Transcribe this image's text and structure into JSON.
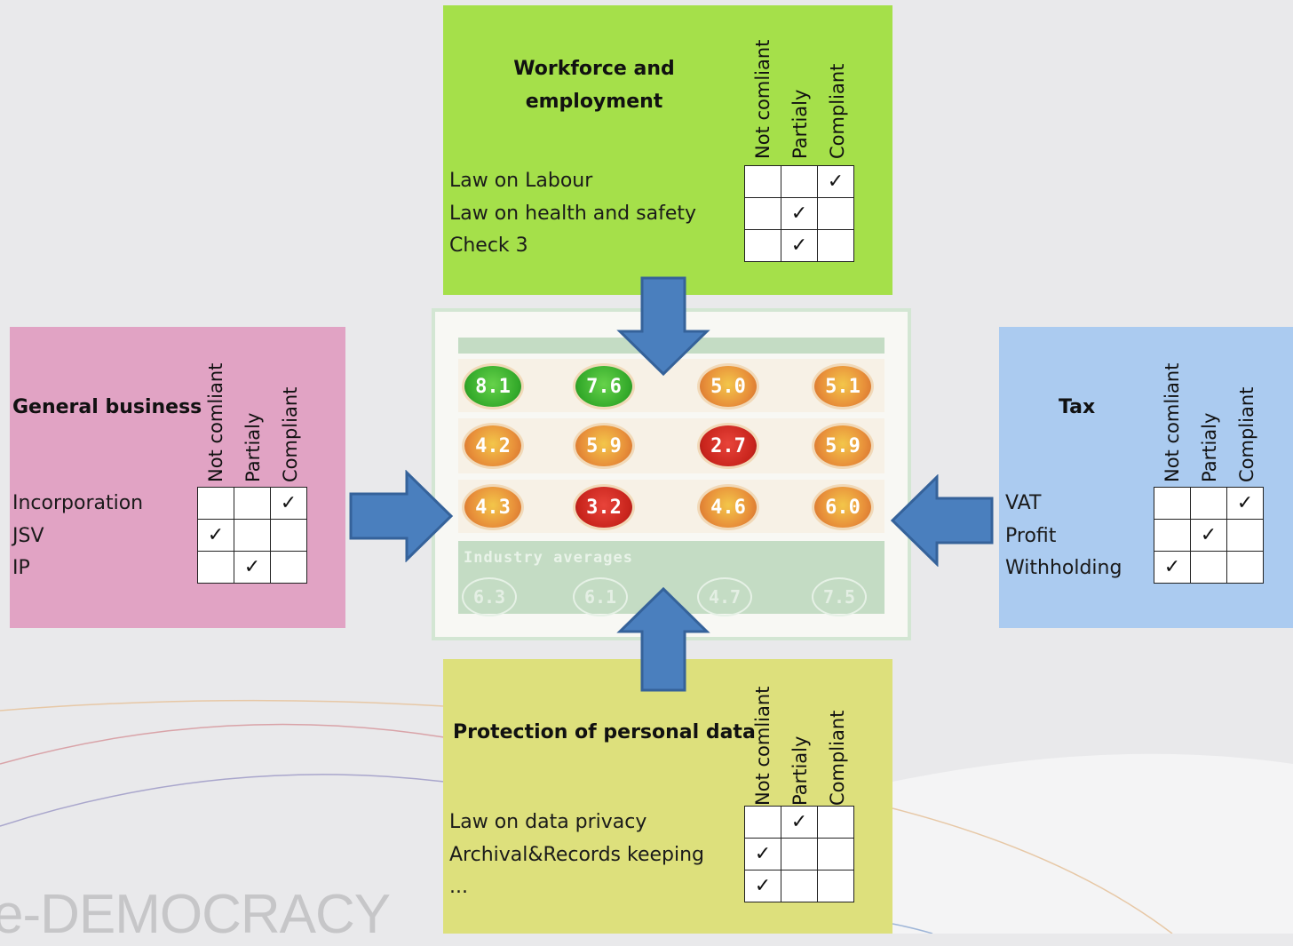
{
  "watermark": "e-DEMOCRACY",
  "colors": {
    "workforce_panel": "#a5e04a",
    "general_panel": "#e1a3c4",
    "tax_panel": "#abcbf0",
    "data_panel": "#dde07c",
    "arrow_fill": "#4a7fbe",
    "arrow_stroke": "#35629a",
    "score_green": "#3fb32d",
    "score_orange": "#e58a3a",
    "score_red": "#c8241c"
  },
  "columns": [
    "Not comliant",
    "Partialy",
    "Compliant"
  ],
  "panels": {
    "workforce": {
      "title_line1": "Workforce and",
      "title_line2": "employment",
      "items": [
        "Law on Labour",
        "Law on health and safety",
        "Check 3"
      ],
      "status": [
        "Compliant",
        "Partialy",
        "Partialy"
      ]
    },
    "general": {
      "title": "General business",
      "items": [
        "Incorporation",
        "JSV",
        "IP"
      ],
      "status": [
        "Compliant",
        "Not comliant",
        "Partialy"
      ]
    },
    "tax": {
      "title": "Tax",
      "items": [
        "VAT",
        "Profit",
        "Withholding"
      ],
      "status": [
        "Compliant",
        "Partialy",
        "Not comliant"
      ]
    },
    "data": {
      "title": "Protection of personal data",
      "items": [
        "Law on data privacy",
        "Archival&Records keeping",
        "..."
      ],
      "status": [
        "Partialy",
        "Not comliant",
        "Not comliant"
      ]
    }
  },
  "check_mark": "✓",
  "dashboard": {
    "scores": [
      [
        {
          "value": "8.1",
          "color": "green"
        },
        {
          "value": "7.6",
          "color": "green"
        },
        {
          "value": "5.0",
          "color": "orange"
        },
        {
          "value": "5.1",
          "color": "orange"
        }
      ],
      [
        {
          "value": "4.2",
          "color": "orange"
        },
        {
          "value": "5.9",
          "color": "orange"
        },
        {
          "value": "2.7",
          "color": "red"
        },
        {
          "value": "5.9",
          "color": "orange"
        }
      ],
      [
        {
          "value": "4.3",
          "color": "orange"
        },
        {
          "value": "3.2",
          "color": "red"
        },
        {
          "value": "4.6",
          "color": "orange"
        },
        {
          "value": "6.0",
          "color": "orange"
        }
      ]
    ],
    "averages_label": "Industry averages",
    "averages": [
      "6.3",
      "6.1",
      "4.7",
      "7.5"
    ]
  }
}
